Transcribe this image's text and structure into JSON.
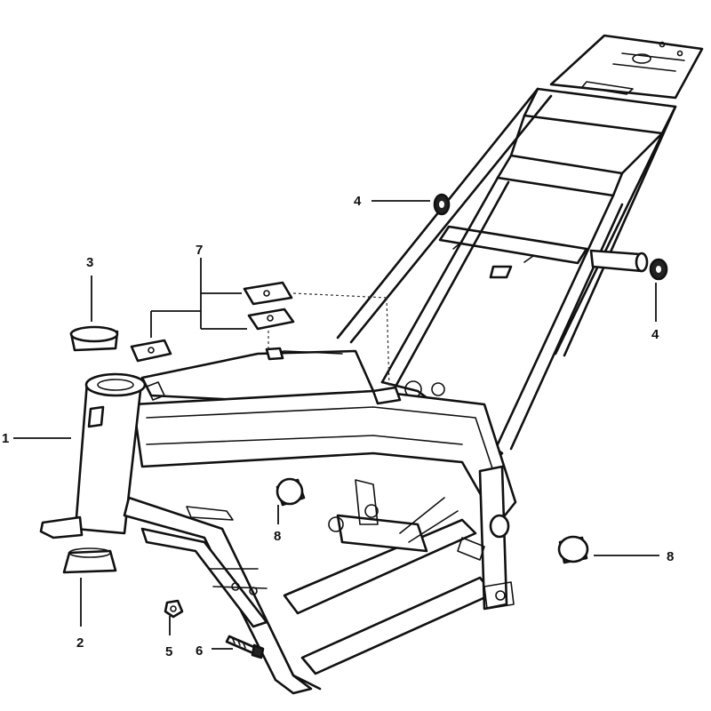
{
  "callouts": {
    "c1": "1",
    "c2": "2",
    "c3": "3",
    "c4a": "4",
    "c4b": "4",
    "c5": "5",
    "c6": "6",
    "c7": "7",
    "c8a": "8",
    "c8b": "8"
  },
  "parts": [
    {
      "ref": "1",
      "depicts": "steering-head-tube"
    },
    {
      "ref": "2",
      "depicts": "lower-bearing-cup"
    },
    {
      "ref": "3",
      "depicts": "upper-bearing-cup"
    },
    {
      "ref": "4",
      "depicts": "rubber-bushing"
    },
    {
      "ref": "5",
      "depicts": "nut"
    },
    {
      "ref": "6",
      "depicts": "bolt"
    },
    {
      "ref": "7",
      "depicts": "speed-nut-clips"
    },
    {
      "ref": "8",
      "depicts": "frame-plug-cap"
    }
  ],
  "colors": {
    "ink": "#111111",
    "paper": "#ffffff"
  }
}
